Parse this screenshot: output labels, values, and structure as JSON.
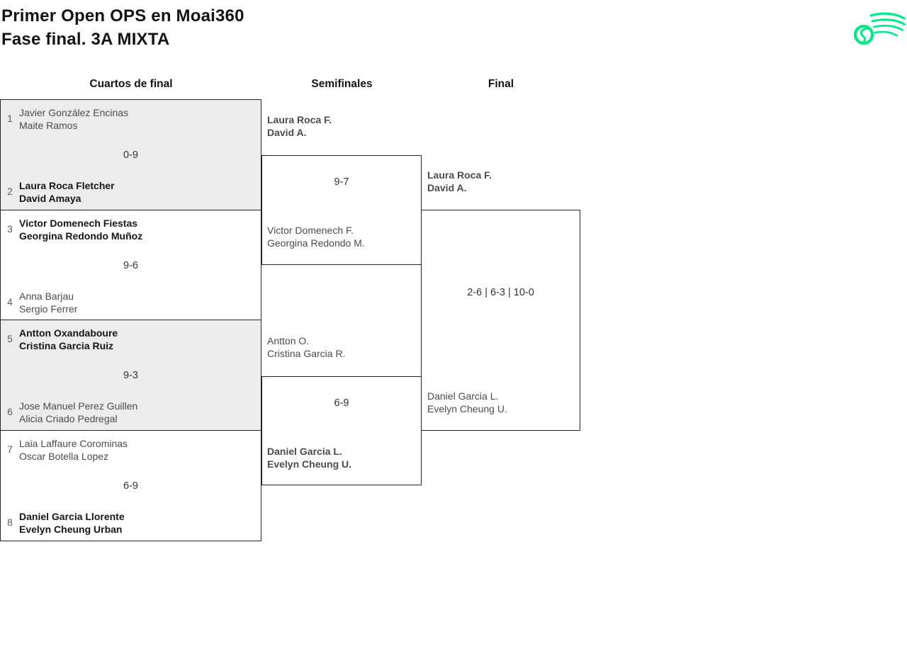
{
  "header": {
    "title": "Primer Open OPS en Moai360",
    "subtitle": "Fase final. 3A MIXTA"
  },
  "columns": {
    "quarterfinals": "Cuartos de final",
    "semifinals": "Semifinales",
    "final": "Final"
  },
  "colors": {
    "accent_green": "#00E88A",
    "match_alt_bg": "#ECECEC",
    "border": "#262626",
    "winner_text": "#161616",
    "loser_text": "#4B4B4B"
  },
  "bracket": {
    "quarterfinals": [
      {
        "seed_a": "1",
        "team_a": {
          "line1": "Javier González Encinas",
          "line2": "Maite Ramos",
          "winner": false
        },
        "score": "0-9",
        "seed_b": "2",
        "team_b": {
          "line1": "Laura Roca Fletcher",
          "line2": "David Amaya",
          "winner": true
        }
      },
      {
        "seed_a": "3",
        "team_a": {
          "line1": "Victor Domenech Fiestas",
          "line2": "Georgina Redondo Muñoz",
          "winner": true
        },
        "score": "9-6",
        "seed_b": "4",
        "team_b": {
          "line1": "Anna Barjau",
          "line2": "Sergio Ferrer",
          "winner": false
        }
      },
      {
        "seed_a": "5",
        "team_a": {
          "line1": "Antton Oxandaboure",
          "line2": "Cristina Garcia Ruiz",
          "winner": true
        },
        "score": "9-3",
        "seed_b": "6",
        "team_b": {
          "line1": "Jose Manuel Perez Guillen",
          "line2": "Alicia Criado Pedregal",
          "winner": false
        }
      },
      {
        "seed_a": "7",
        "team_a": {
          "line1": "Laia Laffaure Corominas",
          "line2": "Oscar Botella Lopez",
          "winner": false
        },
        "score": "6-9",
        "seed_b": "8",
        "team_b": {
          "line1": "Daniel Garcia Llorente",
          "line2": "Evelyn Cheung Urban",
          "winner": true
        }
      }
    ],
    "semifinals": [
      {
        "team_a": {
          "line1": "Laura Roca F.",
          "line2": "David A.",
          "winner": true
        },
        "score": "9-7",
        "team_b": {
          "line1": "Victor Domenech F.",
          "line2": "Georgina Redondo M.",
          "winner": false
        }
      },
      {
        "team_a": {
          "line1": "Antton O.",
          "line2": "Cristina Garcia R.",
          "winner": false
        },
        "score": "6-9",
        "team_b": {
          "line1": "Daniel Garcia L.",
          "line2": "Evelyn Cheung U.",
          "winner": true
        }
      }
    ],
    "final": {
      "team_a": {
        "line1": "Laura Roca F.",
        "line2": "David A.",
        "winner": true
      },
      "score": "2-6 | 6-3 | 10-0",
      "team_b": {
        "line1": "Daniel Garcia L.",
        "line2": "Evelyn Cheung U.",
        "winner": false
      }
    }
  }
}
